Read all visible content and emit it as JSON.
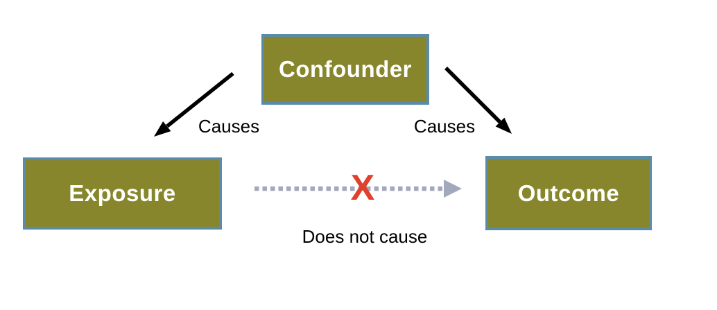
{
  "diagram": {
    "background_color": "#ffffff",
    "node_fill_color": "#87862c",
    "node_border_color": "#5a8caa",
    "node_text_color": "#ffffff",
    "solid_arrow_color": "#000000",
    "dotted_arrow_color": "#a3a9bd",
    "blocked_symbol_color": "#e0402c"
  },
  "nodes": {
    "confounder": {
      "label": "Confounder"
    },
    "exposure": {
      "label": "Exposure"
    },
    "outcome": {
      "label": "Outcome"
    }
  },
  "edges": {
    "confounder_to_exposure": {
      "from": "Confounder",
      "to": "Exposure",
      "label": "Causes",
      "style": "solid black arrow"
    },
    "confounder_to_outcome": {
      "from": "Confounder",
      "to": "Outcome",
      "label": "Causes",
      "style": "solid black arrow"
    },
    "exposure_to_outcome": {
      "from": "Exposure",
      "to": "Outcome",
      "label": "Does not cause",
      "style": "dotted gray arrow",
      "blocked_symbol": "X"
    }
  }
}
